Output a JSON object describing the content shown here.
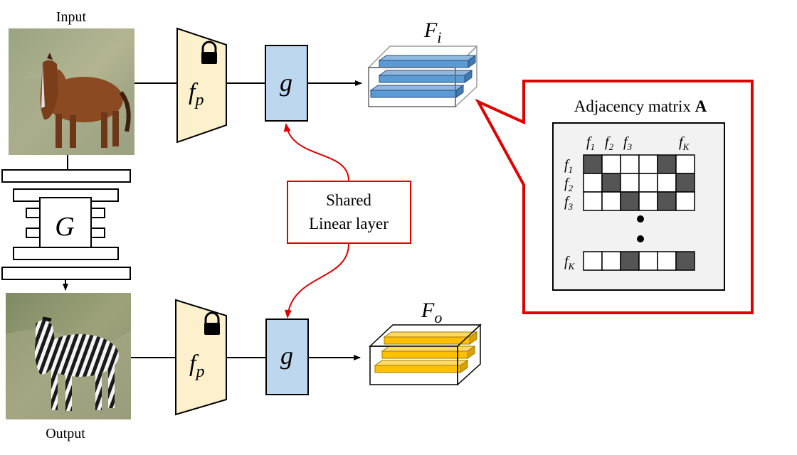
{
  "labels": {
    "input": "Input",
    "output": "Output",
    "generator": "G",
    "projector": "f",
    "projector_sub": "p",
    "linear": "g",
    "shared_line1": "Shared",
    "shared_line2": "Linear layer",
    "feat_in": "F",
    "feat_in_sub": "i",
    "feat_out": "F",
    "feat_out_sub": "o",
    "adj_title": "Adjacency matrix",
    "adj_title_bold": "A"
  },
  "matrix": {
    "col_labels": [
      {
        "base": "f",
        "sub": "1"
      },
      {
        "base": "f",
        "sub": "2"
      },
      {
        "base": "f",
        "sub": "3"
      },
      {
        "base": "f",
        "sub": "K"
      }
    ],
    "row_labels": [
      {
        "base": "f",
        "sub": "1"
      },
      {
        "base": "f",
        "sub": "2"
      },
      {
        "base": "f",
        "sub": "3"
      },
      {
        "base": "f",
        "sub": "K"
      }
    ],
    "rows": [
      [
        1,
        0,
        0,
        0,
        1,
        0
      ],
      [
        0,
        1,
        0,
        0,
        0,
        1
      ],
      [
        0,
        0,
        1,
        0,
        1,
        0
      ],
      [
        0,
        0,
        1,
        0,
        0,
        1
      ]
    ]
  },
  "colors": {
    "projector_fill": "#fdf0cc",
    "linear_fill": "#bdd7ee",
    "feat_in_bar": "#5b9bd5",
    "feat_out_bar": "#ffc000",
    "callout": "#e00000",
    "matrix_dark": "#555555",
    "matrix_bg": "#f2f2f2"
  }
}
